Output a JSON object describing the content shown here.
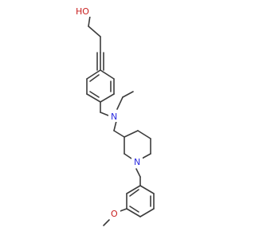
{
  "atoms": {
    "hydroxyl": {
      "label": "HO",
      "color": "#c81e1e"
    },
    "amine": {
      "label": "N",
      "color": "#2a2ae0"
    },
    "piperidine": {
      "label": "N",
      "color": "#2a2ae0"
    },
    "ether": {
      "label": "O",
      "color": "#c81e1e"
    }
  },
  "colors": {
    "bond": "#3c3c3c",
    "background": "#ffffff"
  }
}
